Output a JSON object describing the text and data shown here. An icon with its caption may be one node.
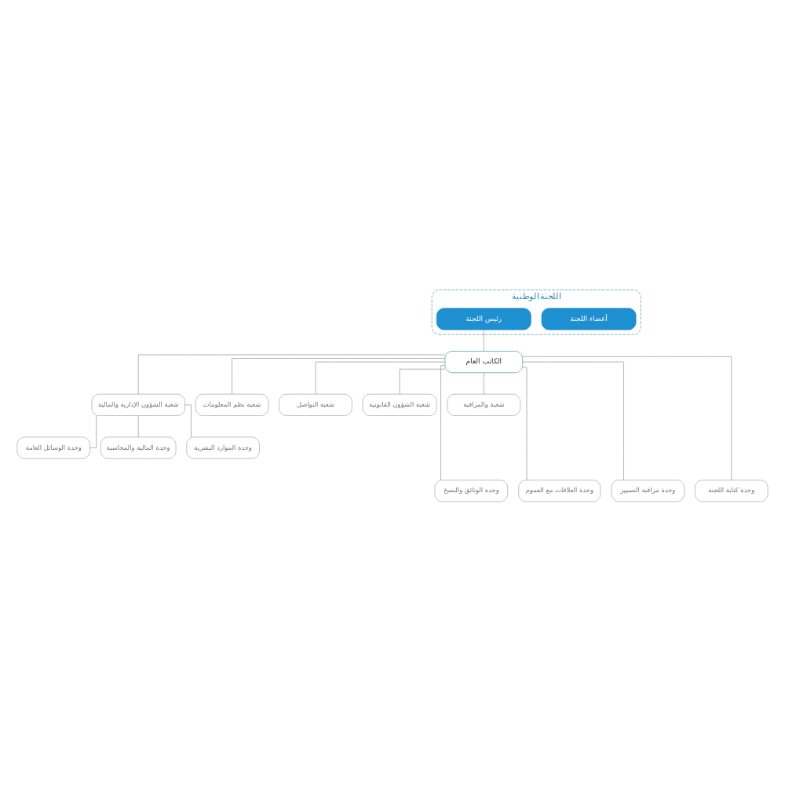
{
  "diagram": {
    "nodes": [
      {
        "text": [
          "اللجنة الوطنية"
        ]
      },
      {
        "text": [
          "رئيس اللجنة"
        ],
        "in": 0
      },
      {
        "text": [
          "أعضاء اللجنة"
        ],
        "in": 0
      },
      {
        "text": [
          "الكاتب العام"
        ]
      },
      {
        "text": [
          "شعبة الشؤون الإدارية والمالية"
        ]
      },
      {
        "text": [
          "شعبة نظم المعلومات"
        ]
      },
      {
        "text": [
          "شعبة التواصل"
        ]
      },
      {
        "text": [
          "شعبة الشؤون القانونية"
        ]
      },
      {
        "text": [
          "شعبة والمراقبة"
        ]
      },
      {
        "text": [
          "وحدة الوسائل العامة"
        ]
      },
      {
        "text": [
          "وحدة المالية والمحاسبة"
        ]
      },
      {
        "text": [
          "وحدة الموارد البشرية"
        ]
      },
      {
        "text": [
          "وحدة الوثائق والنسخ"
        ]
      },
      {
        "text": [
          "وحدة العلاقات مع العموم"
        ]
      },
      {
        "text": [
          "وحدة مراقبة التسيير"
        ]
      },
      {
        "text": [
          "وحدة كتابة اللجنة"
        ]
      }
    ],
    "edges": [
      {
        "from": 1,
        "to": 3,
        "arrow": "none"
      },
      {
        "from": 3,
        "to": 4,
        "arrow": "none"
      },
      {
        "from": 3,
        "to": 5,
        "arrow": "none"
      },
      {
        "from": 3,
        "to": 6,
        "arrow": "none"
      },
      {
        "from": 3,
        "to": 7,
        "arrow": "none"
      },
      {
        "from": 3,
        "to": 8,
        "arrow": "none"
      },
      {
        "from": 4,
        "to": 9,
        "arrow": "none"
      },
      {
        "from": 4,
        "to": 10,
        "arrow": "none"
      },
      {
        "from": 4,
        "to": 11,
        "arrow": "none"
      },
      {
        "from": 3,
        "to": 12,
        "arrow": "none"
      },
      {
        "from": 3,
        "to": 13,
        "arrow": "none"
      },
      {
        "from": 3,
        "to": 14,
        "arrow": "none"
      },
      {
        "from": 3,
        "to": 15,
        "arrow": "none"
      }
    ]
  }
}
